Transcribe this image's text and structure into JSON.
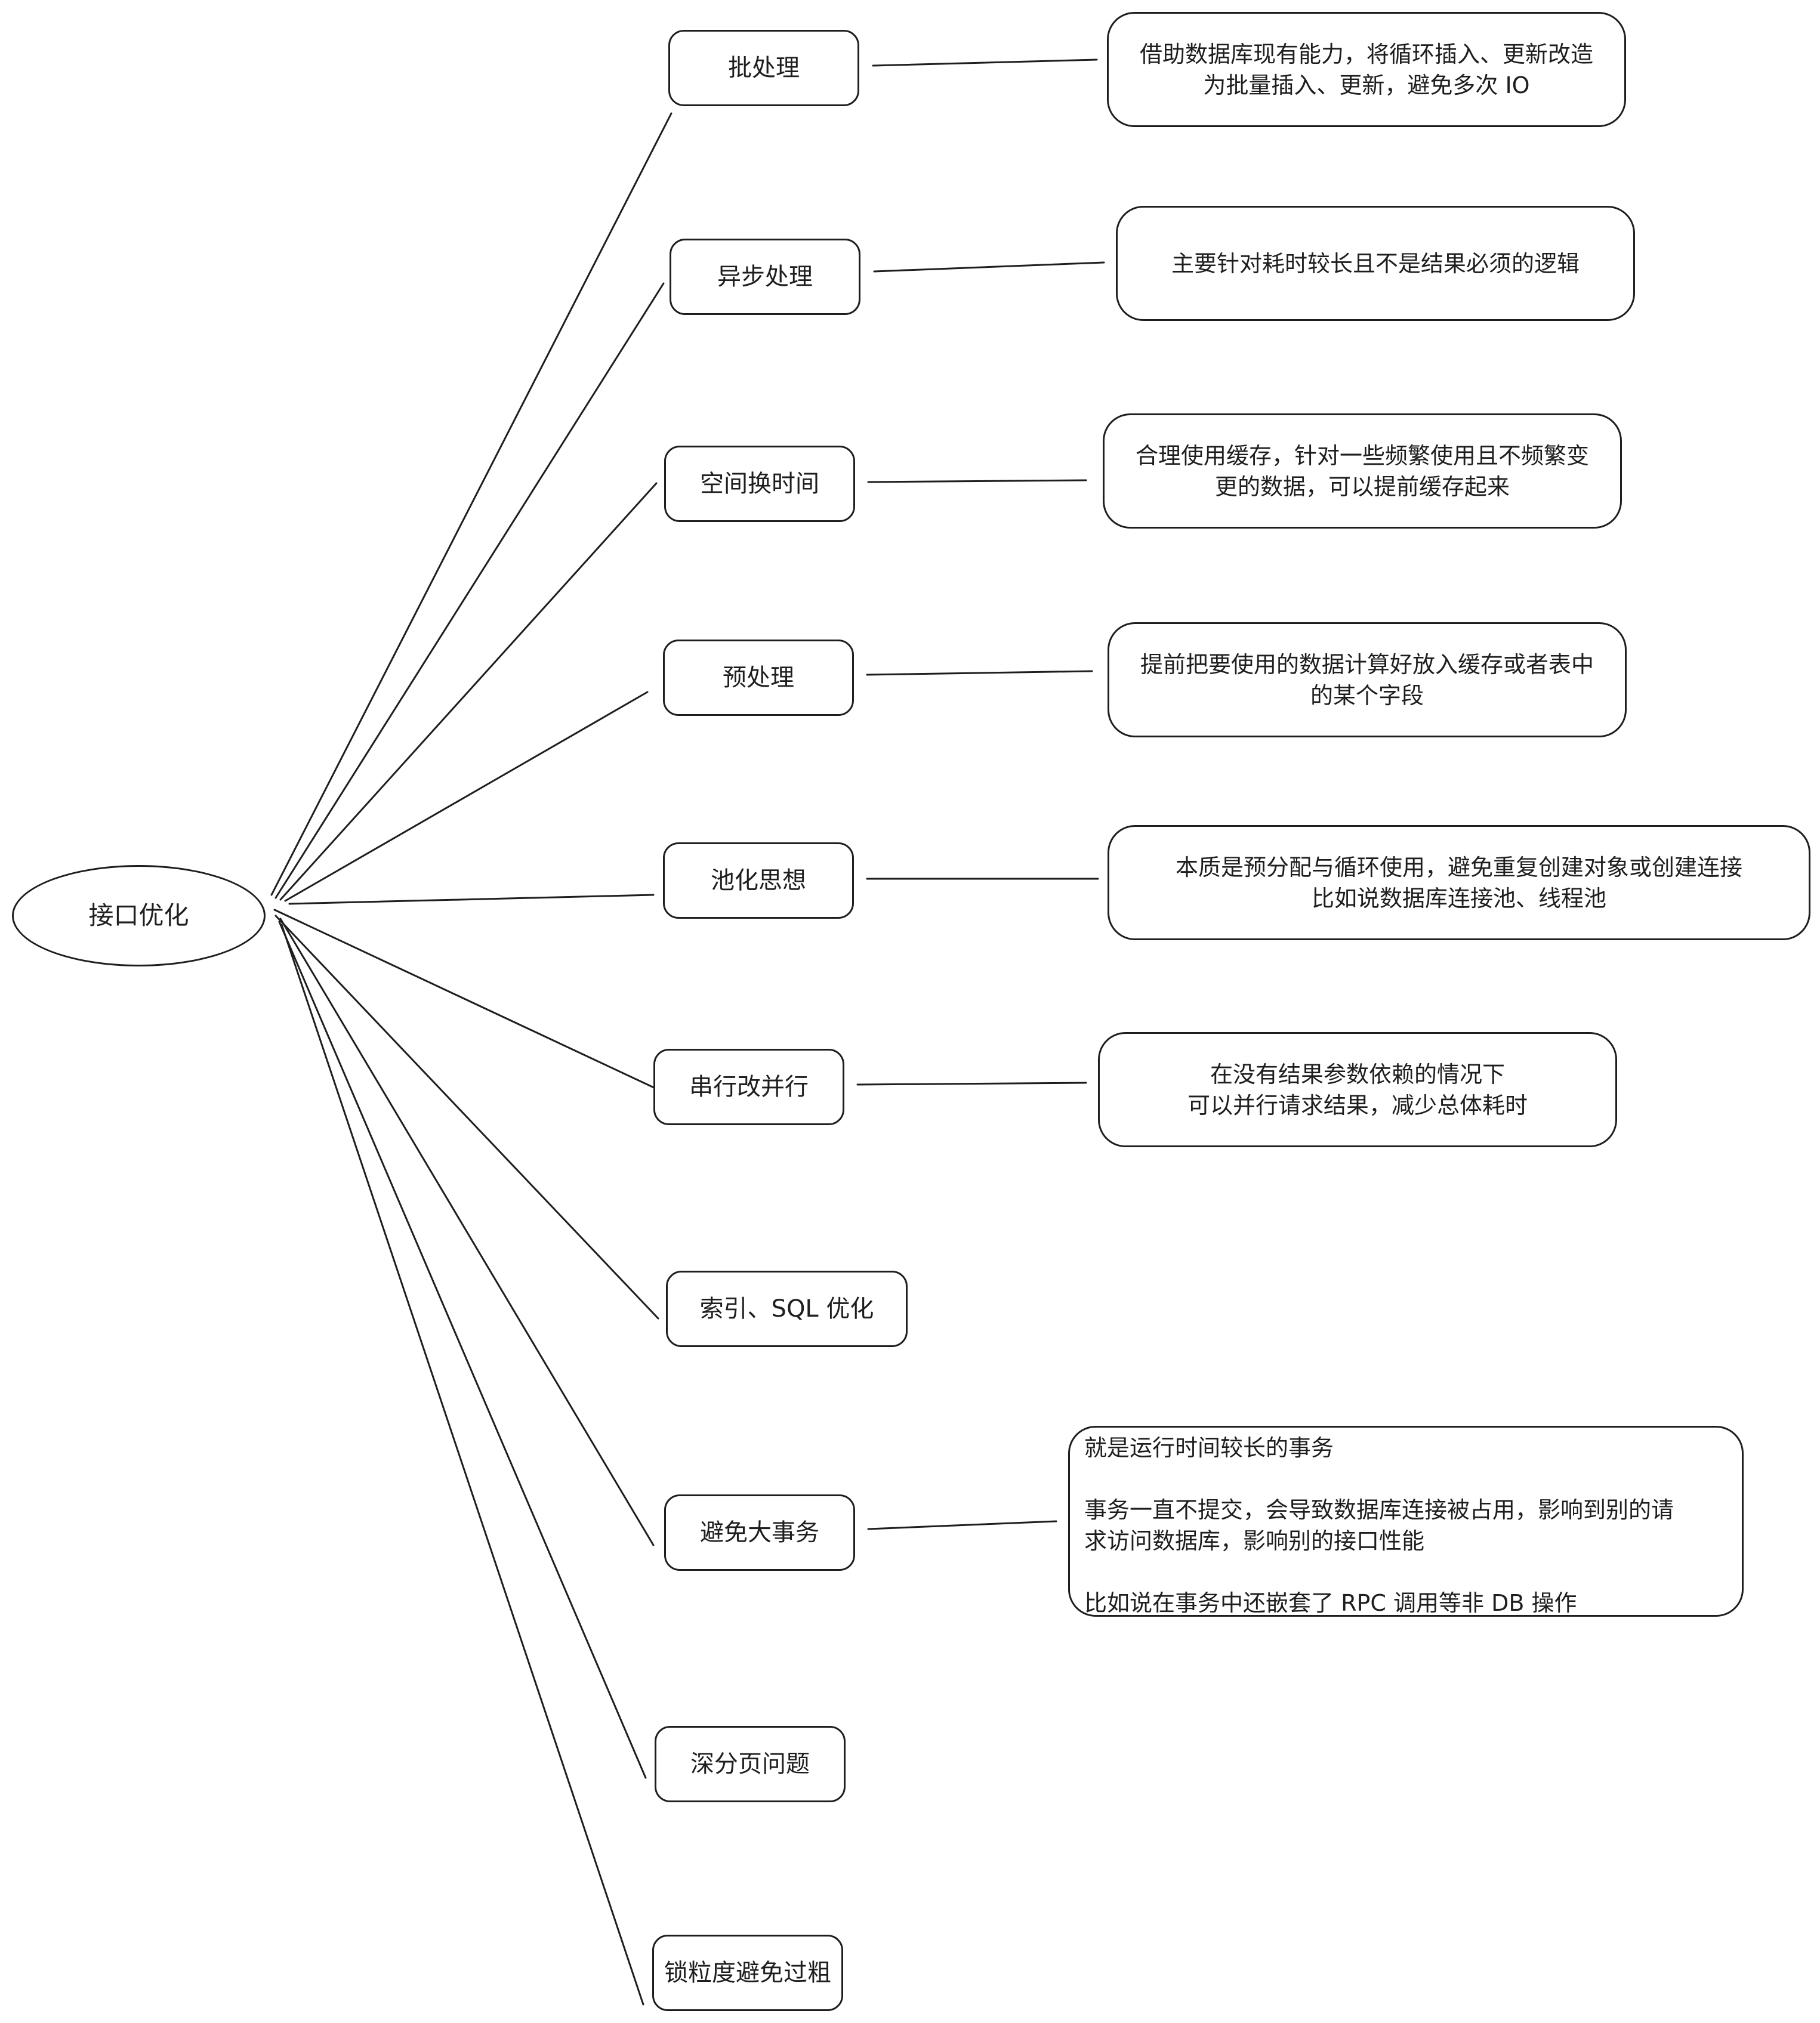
{
  "root": {
    "label": "接口优化"
  },
  "topics": [
    {
      "label": "批处理",
      "note": "借助数据库现有能力，将循环插入、更新改造\n为批量插入、更新，避免多次 IO"
    },
    {
      "label": "异步处理",
      "note": "主要针对耗时较长且不是结果必须的逻辑"
    },
    {
      "label": "空间换时间",
      "note": "合理使用缓存，针对一些频繁使用且不频繁变\n更的数据，可以提前缓存起来"
    },
    {
      "label": "预处理",
      "note": "提前把要使用的数据计算好放入缓存或者表中\n的某个字段"
    },
    {
      "label": "池化思想",
      "note": "本质是预分配与循环使用，避免重复创建对象或创建连接\n比如说数据库连接池、线程池"
    },
    {
      "label": "串行改并行",
      "note": "在没有结果参数依赖的情况下\n可以并行请求结果，减少总体耗时"
    },
    {
      "label": "索引、SQL 优化",
      "note": ""
    },
    {
      "label": "避免大事务",
      "note": "就是运行时间较长的事务\n\n事务一直不提交，会导致数据库连接被占用，影响到别的请\n求访问数据库，影响别的接口性能\n\n比如说在事务中还嵌套了 RPC 调用等非 DB 操作"
    },
    {
      "label": "深分页问题",
      "note": ""
    },
    {
      "label": "锁粒度避免过粗",
      "note": ""
    }
  ]
}
